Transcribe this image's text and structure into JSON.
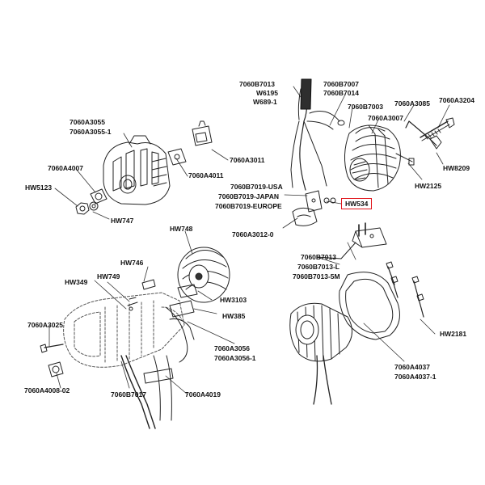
{
  "highlight_color": "#e0141b",
  "labels": {
    "p7060B7013": "7060B7013",
    "w6195": "W6195",
    "w689_1": "W689-1",
    "p7060B7007": "7060B7007",
    "p7060B7014": "7060B7014",
    "p7060B7003": "7060B7003",
    "p7060A3085": "7060A3085",
    "p7060A3204": "7060A3204",
    "p7060A3007": "7060A3007",
    "p7060A3055": "7060A3055",
    "p7060A3055_1": "7060A3055-1",
    "p7060A3011": "7060A3011",
    "p7060A4007": "7060A4007",
    "p7060A4011": "7060A4011",
    "hw5123": "HW5123",
    "hw747": "HW747",
    "hw8209": "HW8209",
    "hw2125": "HW2125",
    "p7060B7019_usa": "7060B7019-USA",
    "p7060B7019_japan": "7060B7019-JAPAN",
    "p7060B7019_europe": "7060B7019-EUROPE",
    "hw534": "HW534",
    "p7060A3012_0": "7060A3012-0",
    "hw748": "HW748",
    "hw746": "HW746",
    "hw349": "HW349",
    "hw749": "HW749",
    "p7060B7013b": "7060B7013",
    "p7060B7013_l": "7060B7013-L",
    "p7060B7013_5m": "7060B7013-5M",
    "hw3103": "HW3103",
    "hw385": "HW385",
    "p7060A3025": "7060A3025",
    "hw2181": "HW2181",
    "p7060A3056": "7060A3056",
    "p7060A3056_1": "7060A3056-1",
    "p7060A4037": "7060A4037",
    "p7060A4037_1": "7060A4037-1",
    "p7060A4008_02": "7060A4008-02",
    "p7060B7017": "7060B7017",
    "p7060A4019": "7060A4019"
  }
}
